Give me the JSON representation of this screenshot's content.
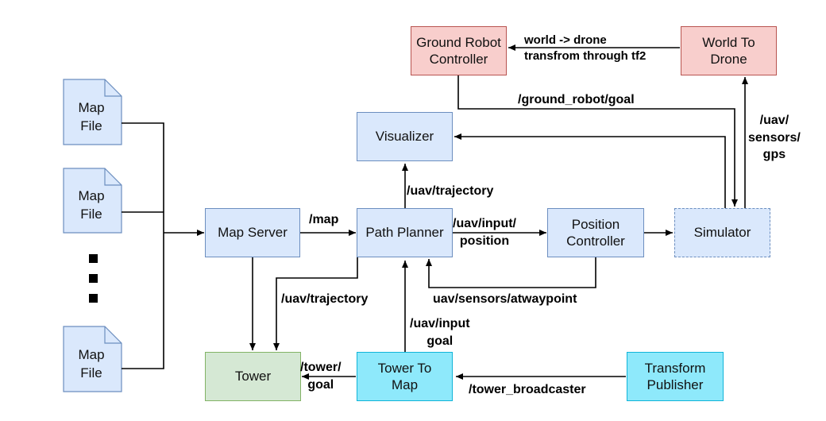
{
  "nodes": {
    "map_file_1": "Map\nFile",
    "map_file_2": "Map\nFile",
    "map_file_3": "Map\nFile",
    "map_server": "Map Server",
    "path_planner": "Path Planner",
    "visualizer": "Visualizer",
    "position_controller": "Position\nController",
    "simulator": "Simulator",
    "tower": "Tower",
    "tower_to_map": "Tower To\nMap",
    "transform_publisher": "Transform\nPublisher",
    "ground_robot_controller": "Ground Robot\nController",
    "world_to_drone": "World To\nDrone"
  },
  "edge_labels": {
    "world_drone": "world -> drone\ntransfrom through tf2",
    "ground_robot_goal": "/ground_robot/goal",
    "uav_sensors_gps": "/uav/\nsensors/\ngps",
    "uav_trajectory_top": "/uav/trajectory",
    "map": "/map",
    "uav_input_position": "/uav/input/\nposition",
    "uav_sensors_atwaypoint": "uav/sensors/atwaypoint",
    "uav_trajectory_bottom": "/uav/trajectory",
    "uav_input_goal": "/uav/input\ngoal",
    "tower_goal": "/tower/\ngoal",
    "tower_broadcaster": "/tower_broadcaster"
  },
  "colors": {
    "blue_fill": "#dae8fc",
    "red_fill": "#f8cecc",
    "green_fill": "#d5e8d4",
    "cyan_fill": "#8ee9fb"
  }
}
